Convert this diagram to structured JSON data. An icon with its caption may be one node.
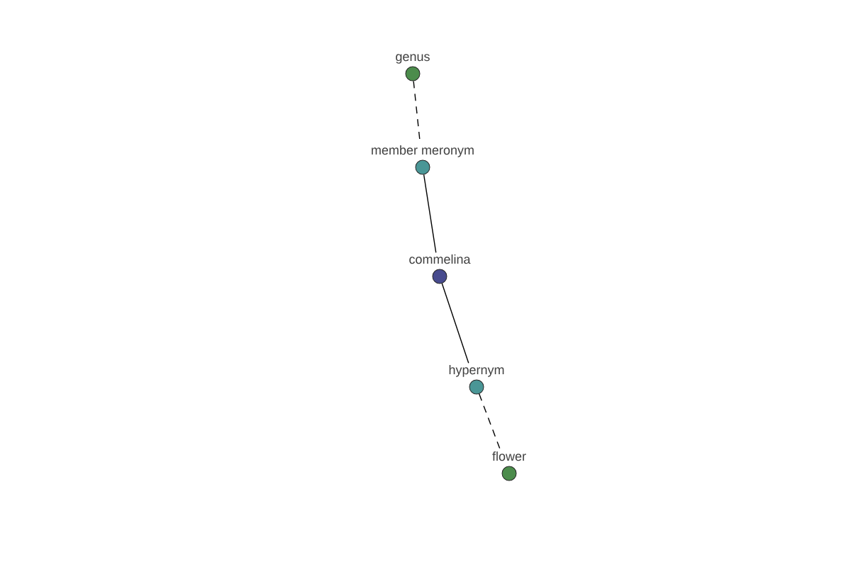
{
  "diagram": {
    "nodes": [
      {
        "text": [
          "genus"
        ]
      },
      {
        "text": [
          "member meronym"
        ]
      },
      {
        "text": [
          "commelina"
        ]
      },
      {
        "text": [
          "hypernym"
        ]
      },
      {
        "text": [
          "flower"
        ]
      }
    ],
    "edges": [
      {
        "from": 0,
        "to": 1,
        "arrow": "none",
        "style": "dashed"
      },
      {
        "from": 1,
        "to": 2,
        "arrow": "none"
      },
      {
        "from": 2,
        "to": 3,
        "arrow": "none"
      },
      {
        "from": 3,
        "to": 4,
        "arrow": "none",
        "style": "dashed"
      }
    ]
  }
}
